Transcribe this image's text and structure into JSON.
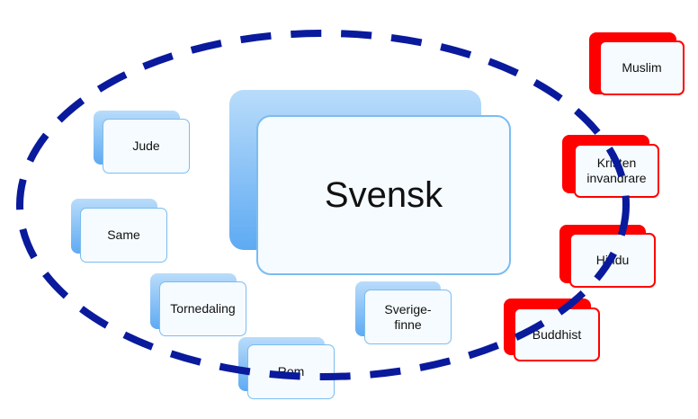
{
  "center": {
    "label": "Svensk"
  },
  "inner_groups": [
    {
      "label": "Jude"
    },
    {
      "label": "Same"
    },
    {
      "label": "Tornedaling"
    },
    {
      "label": "Rom"
    },
    {
      "label": "Sverige-\nfinne"
    }
  ],
  "outer_groups": [
    {
      "label": "Muslim"
    },
    {
      "label": "Kristen\ninvandrare"
    },
    {
      "label": "Hindu"
    },
    {
      "label": "Buddhist"
    }
  ],
  "colors": {
    "inner": "#5eaaf3",
    "outer": "#ff0000",
    "ring": "#0a1a9c"
  }
}
